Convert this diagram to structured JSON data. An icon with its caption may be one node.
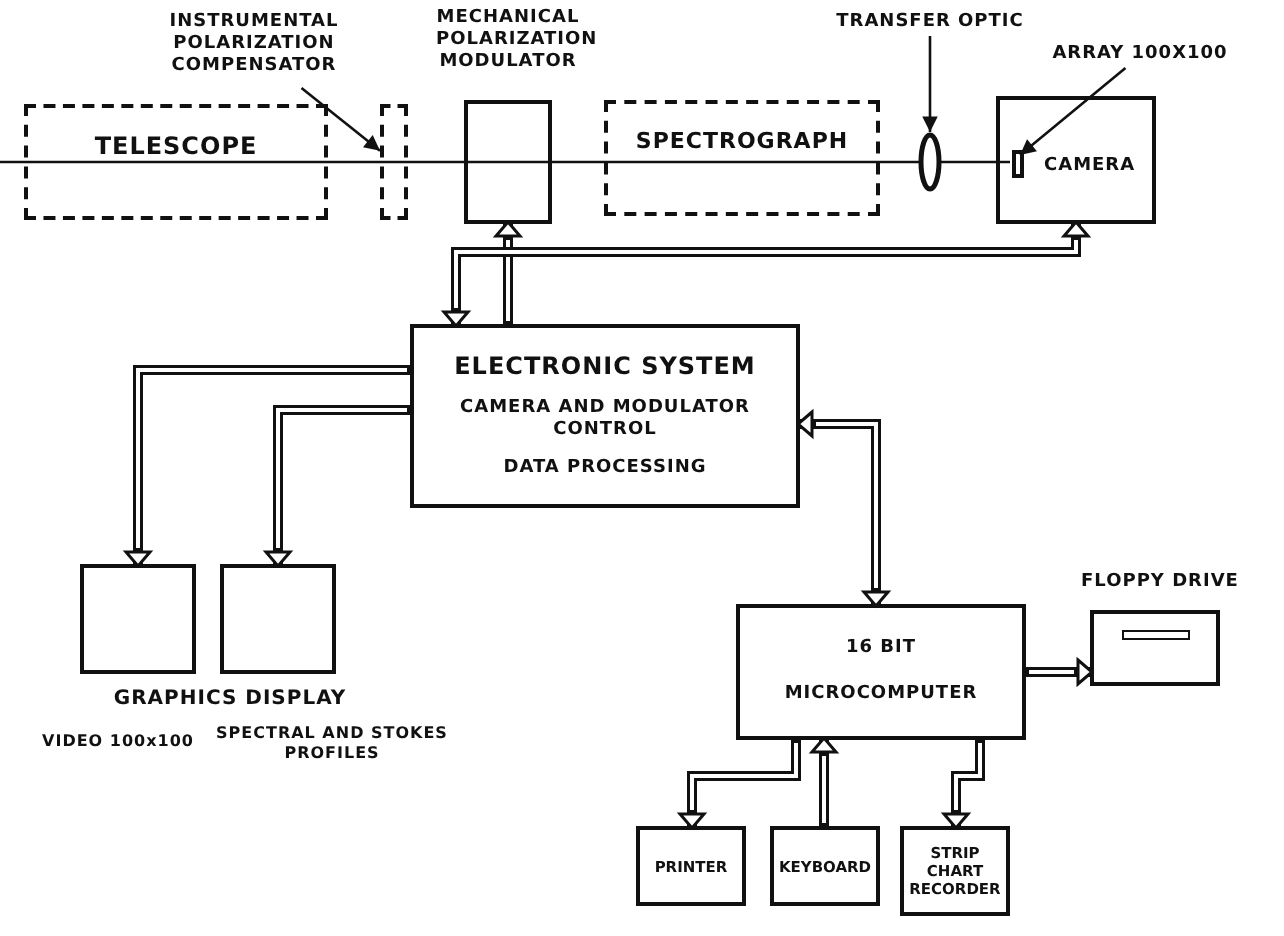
{
  "diagram": {
    "nodes": [
      {
        "text": [
          "INSTRUMENTAL POLARIZATION COMPENSATOR"
        ]
      },
      {
        "text": [
          "TELESCOPE"
        ]
      },
      {
        "text": [],
        "shape": "box"
      },
      {
        "text": [
          "MECHANICAL POLARIZATION MODULATOR"
        ]
      },
      {
        "text": [
          "SPECTROGRAPH"
        ]
      },
      {
        "text": [
          "TRANSFER OPTIC"
        ]
      },
      {
        "text": [],
        "shape": "ellipse"
      },
      {
        "text": [
          "ARRAY 100X100"
        ]
      },
      {
        "text": [
          "CAMERA"
        ]
      },
      {
        "text": [],
        "shape": "box",
        "in": 8
      },
      {
        "text": [
          "ELECTRONIC SYSTEM",
          "CAMERA AND MODULATOR CONTROL",
          "DATA PROCESSING"
        ]
      },
      {
        "text": [],
        "shape": "box",
        "beside": [
          "VIDEO 100x100"
        ]
      },
      {
        "text": [],
        "shape": "box",
        "beside": [
          "SPECTRAL AND STOKES PROFILES"
        ]
      },
      {
        "text": [
          "16 BIT",
          "MICROCOMPUTER"
        ]
      },
      {
        "text": [
          "FLOPPY DRIVE"
        ]
      },
      {
        "text": [
          "PRINTER"
        ]
      },
      {
        "text": [
          "KEYBOARD"
        ]
      },
      {
        "text": [
          "STRIP CHART RECORDER"
        ]
      }
    ],
    "edges": [
      {
        "from": 0,
        "to": 2,
        "arrow": "to"
      },
      {
        "from": 5,
        "to": 6,
        "arrow": "to"
      },
      {
        "from": 7,
        "to": 9,
        "arrow": "to"
      },
      {
        "from": 10,
        "to": 3,
        "arrow": "to"
      },
      {
        "from": 8,
        "to": 10,
        "arrow": "both"
      },
      {
        "from": 10,
        "to": 11,
        "arrow": "to"
      },
      {
        "from": 10,
        "to": 12,
        "arrow": "to"
      },
      {
        "from": 10,
        "to": 13,
        "arrow": "both"
      },
      {
        "from": 13,
        "to": 14,
        "arrow": "to"
      },
      {
        "from": 13,
        "to": 15,
        "arrow": "to"
      },
      {
        "from": 16,
        "to": 13,
        "arrow": "to"
      },
      {
        "from": 13,
        "to": 17,
        "arrow": "to"
      }
    ],
    "labels": [
      "GRAPHICS DISPLAY"
    ]
  }
}
